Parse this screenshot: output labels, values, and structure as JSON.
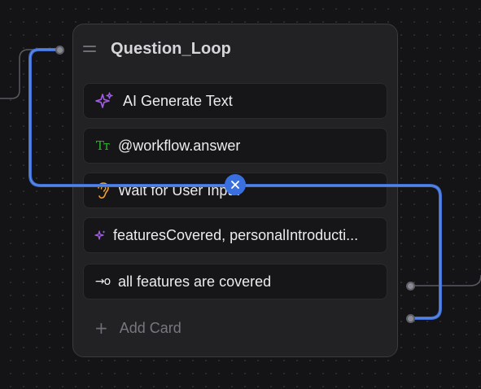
{
  "node": {
    "title": "Question_Loop",
    "cards": [
      {
        "icon": "sparkles-icon",
        "label": "AI Generate Text"
      },
      {
        "icon": "text-type-icon",
        "icon_text": "Tт",
        "label": "@workflow.answer"
      },
      {
        "icon": "ear-icon",
        "label": "Wait for User Input"
      },
      {
        "icon": "sparkle-small-icon",
        "label": "featuresCovered, personalIntroducti..."
      },
      {
        "icon": "arrow-branch-icon",
        "icon_text": "→o",
        "label": "all features are covered"
      }
    ],
    "add_card": {
      "plus": "+",
      "label": "Add Card"
    }
  },
  "colors": {
    "connection": "#3d6fd6",
    "accent_purple": "#a35ee6",
    "tt_green": "#2bb82b",
    "ear_orange": "#f0a233",
    "remove_button": "#3a6fe0"
  }
}
